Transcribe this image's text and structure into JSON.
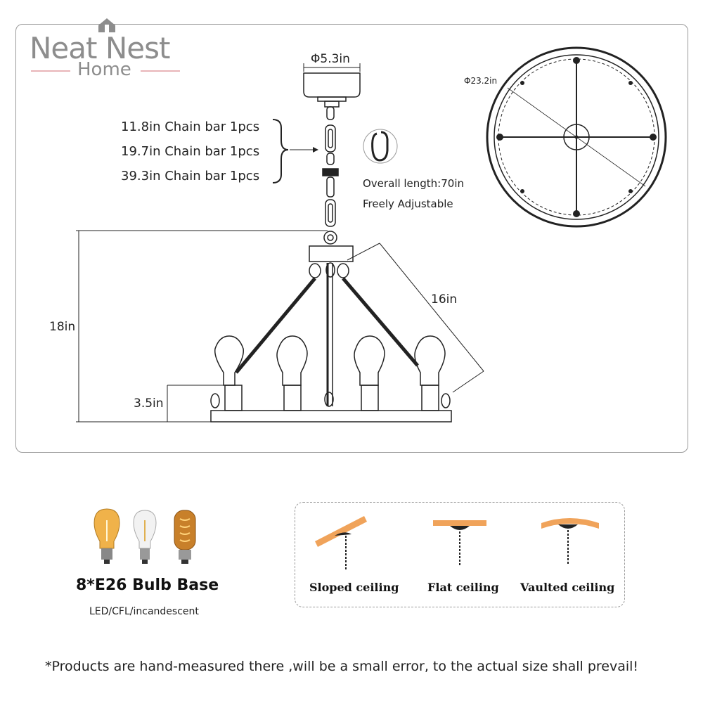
{
  "brand": {
    "name": "Neat Nest",
    "sub": "Home"
  },
  "dimensions": {
    "canopy": "Φ5.3in",
    "diameter": "Φ23.2in",
    "arm": "16in",
    "height": "18in",
    "socket": "3.5in"
  },
  "chain_bars": [
    "11.8in Chain bar  1pcs",
    "19.7in Chain bar  1pcs",
    "39.3in Chain bar  1pcs"
  ],
  "chain_info": {
    "overall": "Overall length:70in",
    "adjustable": "Freely Adjustable"
  },
  "bulbs": {
    "title": "8*E26 Bulb Base",
    "types": "LED/CFL/incandescent"
  },
  "ceilings": [
    "Sloped ceiling",
    "Flat ceiling",
    "Vaulted ceiling"
  ],
  "colors": {
    "accent": "#f0a35a",
    "line": "#222222",
    "logo": "#8d8d8d",
    "rule": "#e8b4b8"
  },
  "footnote": "*Products are hand-measured there ,will be a small error, to the actual size shall prevail!"
}
